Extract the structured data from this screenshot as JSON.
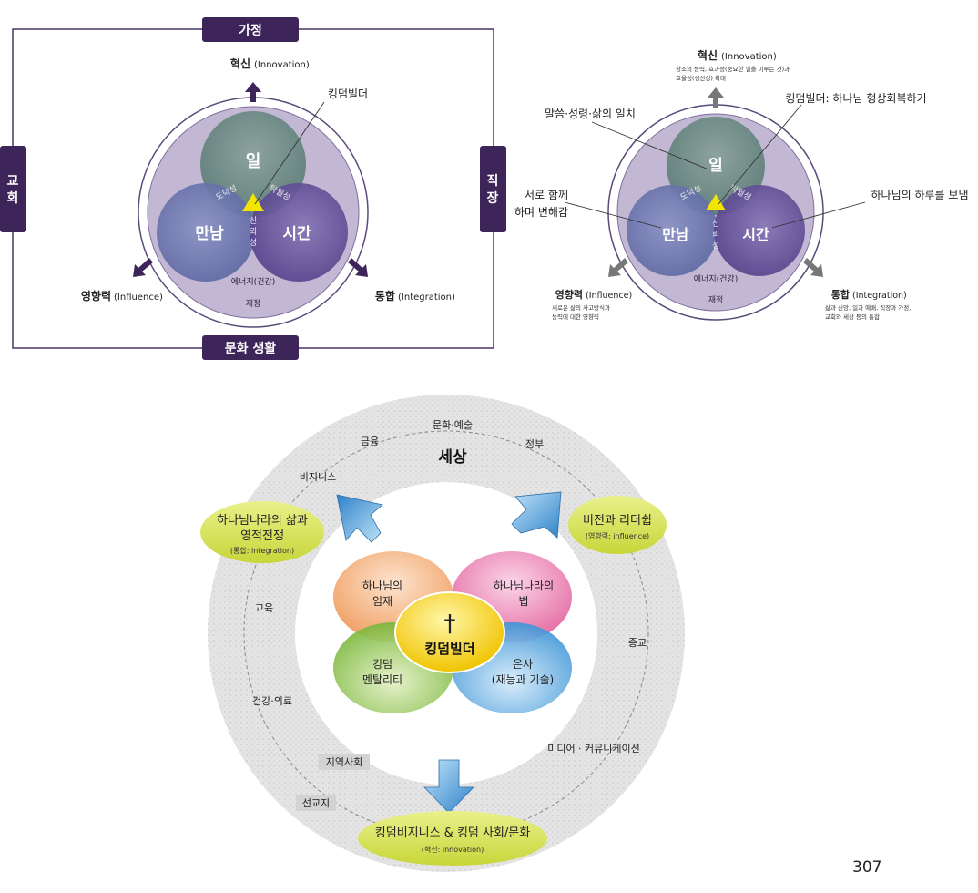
{
  "top_left": {
    "labels": {
      "top": "가정",
      "bottom": "문화 생활",
      "left": [
        "교",
        "회"
      ],
      "right": [
        "직",
        "장"
      ]
    },
    "innovation": "혁신",
    "innovation_en": "(Innovation)",
    "influence": "영향력",
    "influence_en": "(Influence)",
    "integration": "통합",
    "integration_en": "(Integration)",
    "kingdom_builder": "킹덤빌더",
    "circles": {
      "work": "일",
      "meeting": "만남",
      "time": "시간"
    },
    "overlaps": {
      "morality": "도덕성",
      "excellence": "탁월성",
      "trust": [
        "신",
        "뢰",
        "성"
      ]
    },
    "energy": "에너지(건강)",
    "finance": "재정"
  },
  "top_right": {
    "innovation": "혁신",
    "innovation_en": "(Innovation)",
    "innovation_desc": [
      "창조의 능력, 효과성(중요한 일을 이루는 것)과",
      "효율성(생산성) 확대"
    ],
    "kingdom_builder": "킹덤빌더: 하나님 형상회복하기",
    "word_spirit": "말씀·성령·삶의 일치",
    "together": [
      "서로 함께",
      "하며 변해감"
    ],
    "gods_day": "하나님의 하루를 보냄",
    "influence": "영향력",
    "influence_en": "(Influence)",
    "influence_desc": [
      "새로운 삶의 사고방식과",
      "능력에 대한 영향력"
    ],
    "integration": "통합",
    "integration_en": "(Integration)",
    "integration_desc": [
      "삶과 신앙, 일과 예배, 직장과 가정,",
      "교회와 세상 등의 통합"
    ],
    "circles": {
      "work": "일",
      "meeting": "만남",
      "time": "시간"
    },
    "overlaps": {
      "morality": "도덕성",
      "excellence": "탁월성",
      "trust": [
        "신",
        "뢰",
        "성"
      ]
    },
    "energy": "에너지(건강)",
    "finance": "재정"
  },
  "bottom": {
    "world": "세상",
    "domains": {
      "culture": "문화·예술",
      "finance": "금융",
      "government": "정부",
      "business": "비지니스",
      "education": "교육",
      "religion": "종교",
      "health": "건강·의료",
      "media": "미디어 · 커뮤니케이션",
      "community": "지역사회",
      "mission": "선교지"
    },
    "left_bubble": {
      "title": [
        "하나님나라의 삶과",
        "영적전쟁"
      ],
      "sub": "(통합: integration)"
    },
    "right_bubble": {
      "title": "비전과 리더쉽",
      "sub": "(영향력: influence)"
    },
    "bottom_bubble": {
      "title": "킹덤비지니스 & 킹덤 사회/문화",
      "sub": "(혁신: innovation)"
    },
    "petals": {
      "presence": [
        "하나님의",
        "임재"
      ],
      "law": [
        "하나님나라의",
        "법"
      ],
      "mentality": [
        "킹덤",
        "멘탈리티"
      ],
      "grace": [
        "은사",
        "(재능과 기술)"
      ]
    },
    "center": {
      "cross": "†",
      "label": "킹덤빌더"
    }
  },
  "page_number": "307",
  "colors": {
    "label_box": "#3d2459",
    "frame": "#4a3366",
    "arrow": "#3d2459",
    "arrow_gray": "#777777",
    "work_circle": "#5e7e78",
    "meeting_circle": "#5d67a2",
    "time_circle": "#5c4a92",
    "outer_ring": "#b8aec9",
    "triangle": "#f2e600",
    "bubble": "#d7e35c",
    "blue_arrow": "#3a8fd0",
    "center": "#f5d400"
  }
}
